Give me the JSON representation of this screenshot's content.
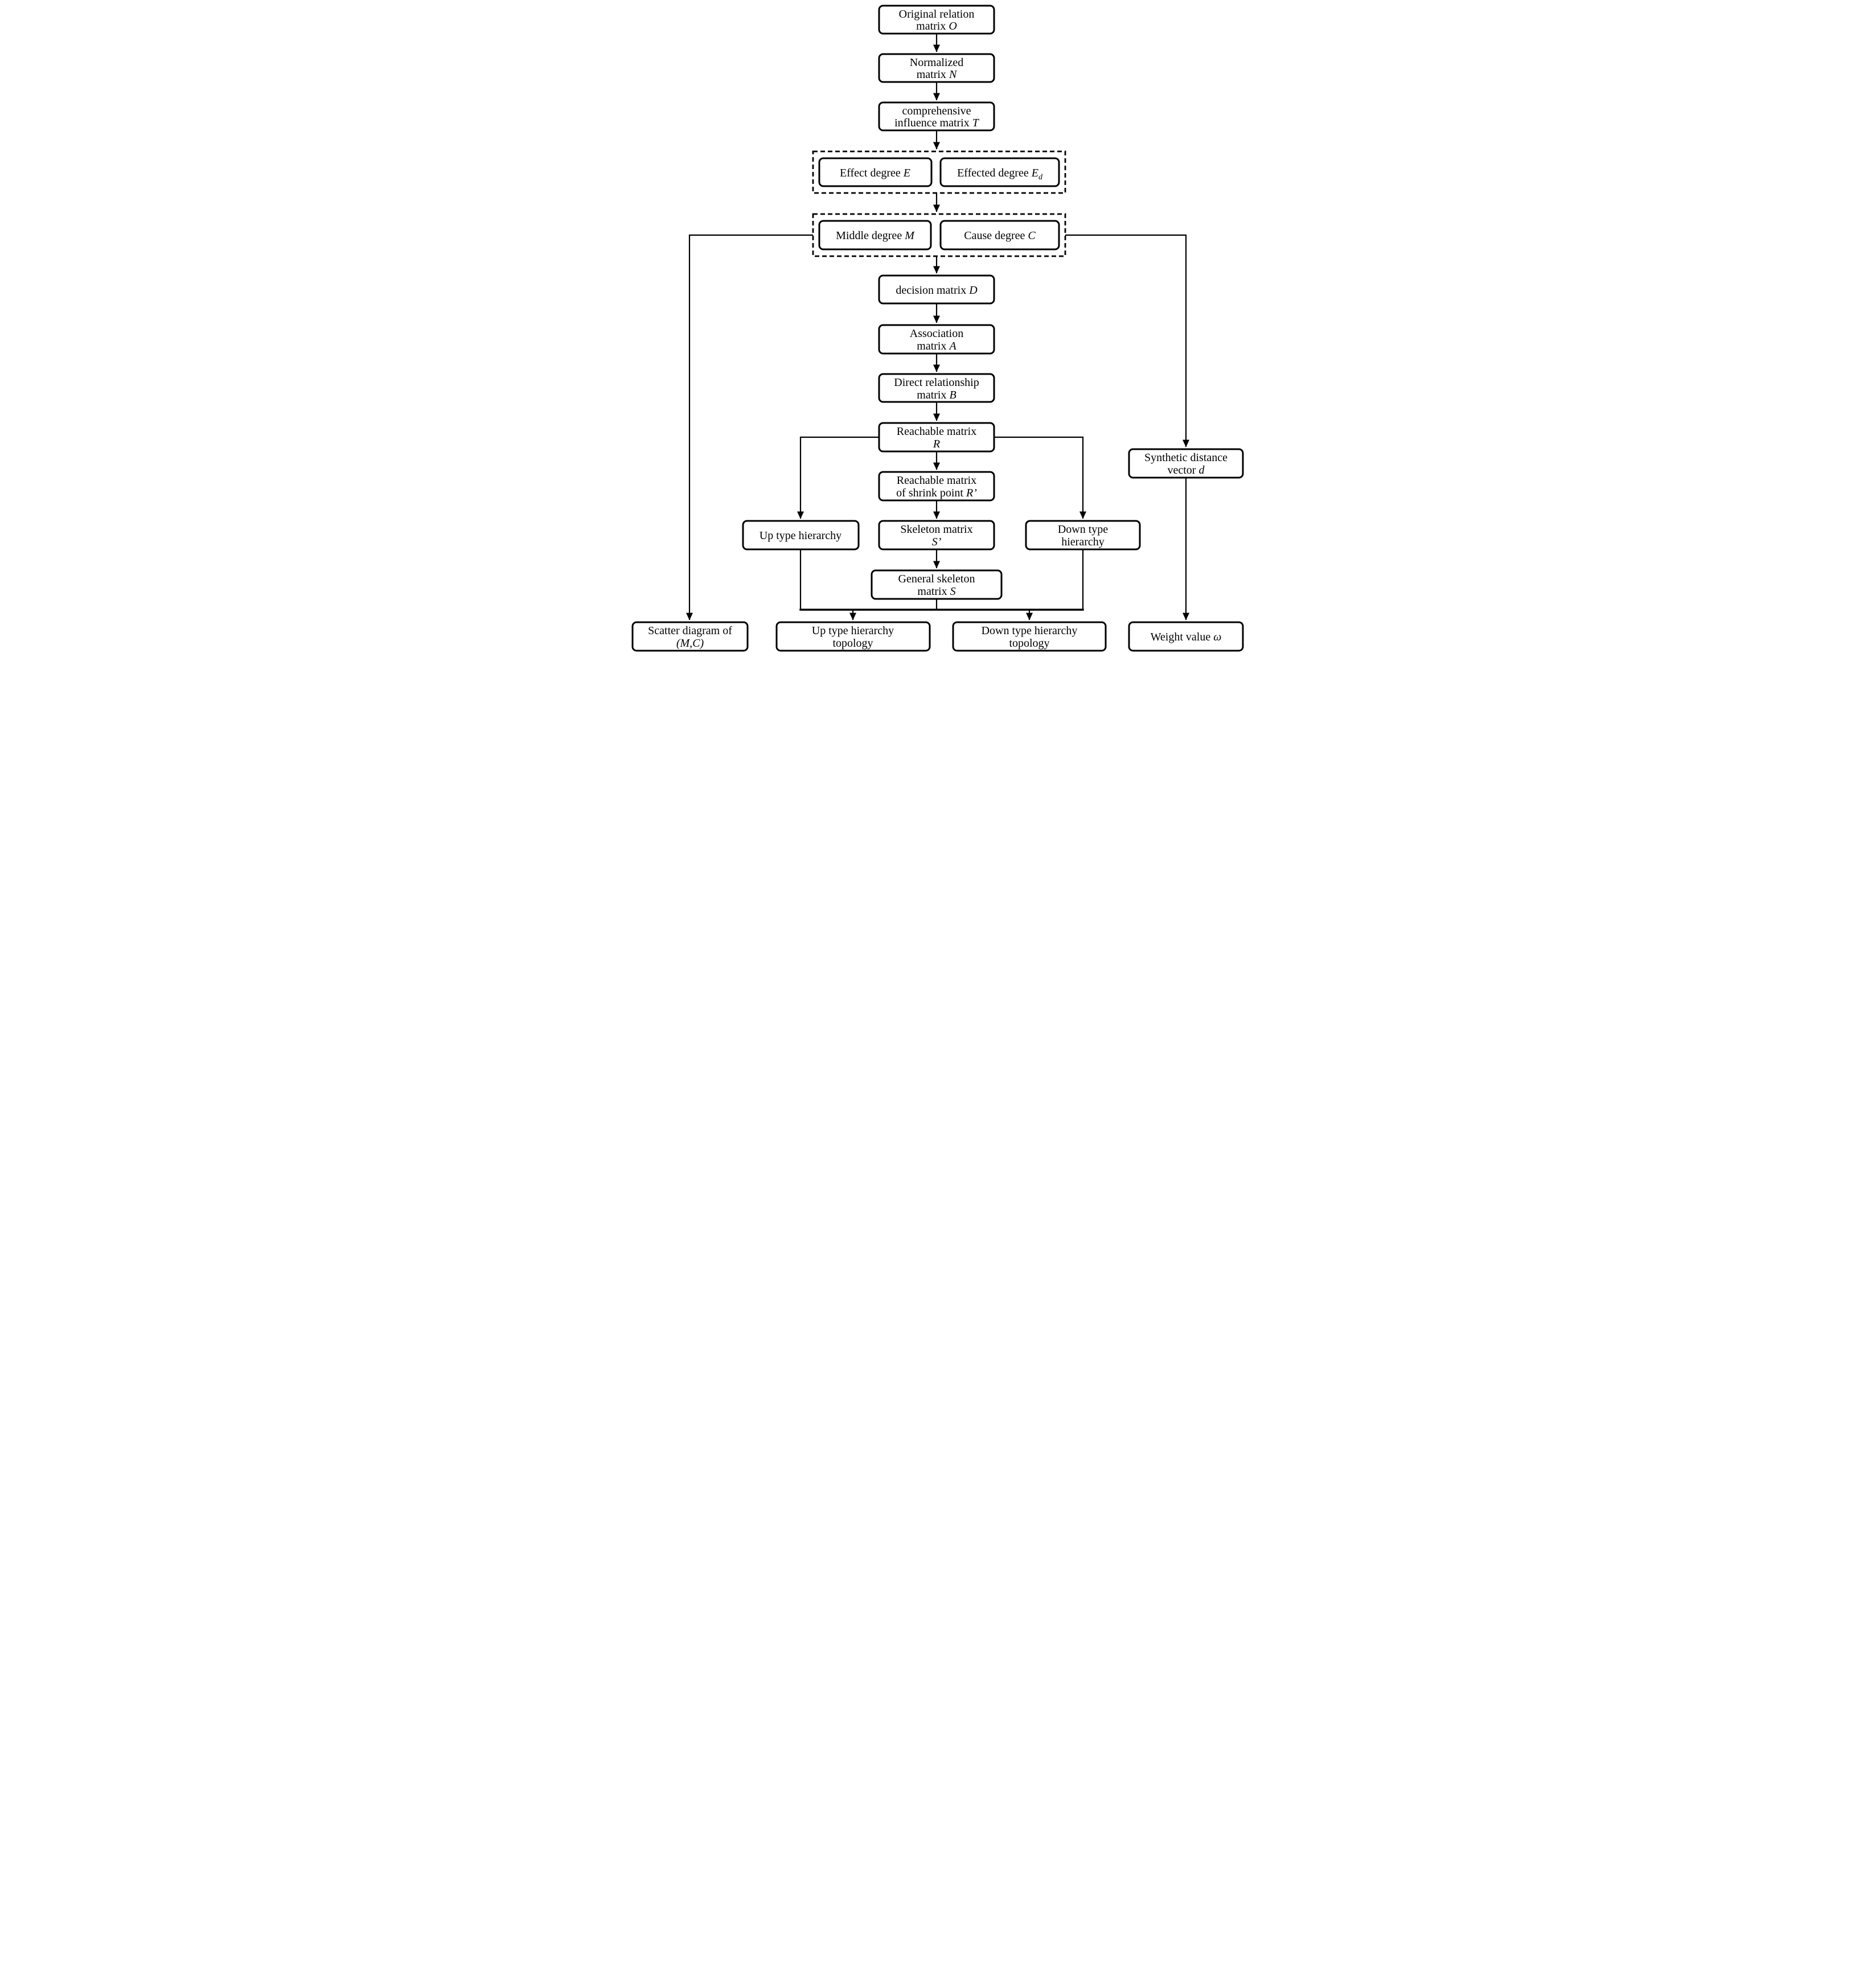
{
  "title": "Flow chart of DEMATEL-ISM matrices",
  "colors": {
    "ink": "#000000",
    "background": "#ffffff"
  },
  "boxes": {
    "original": {
      "l1": "Original relation",
      "l2": "matrix ",
      "l2s": "O"
    },
    "normalized": {
      "l1": "Normalized",
      "l2": "matrix ",
      "l2s": "N"
    },
    "comprehensive": {
      "l1": "comprehensive",
      "l2": "influence matrix ",
      "l2s": "T"
    },
    "effect": {
      "l1": "Effect degree ",
      "l1s": "E"
    },
    "effected": {
      "l1": "Effected degree ",
      "l1s": "E",
      "l1sub": "d"
    },
    "middle": {
      "l1": "Middle degree ",
      "l1s": "M"
    },
    "cause": {
      "l1": "Cause degree ",
      "l1s": "C"
    },
    "decision": {
      "l1": "decision matrix ",
      "l1s": "D"
    },
    "association": {
      "l1": "Association",
      "l2": "matrix ",
      "l2s": "A"
    },
    "direct": {
      "l1": "Direct relationship",
      "l2": "matrix ",
      "l2s": "B"
    },
    "reachable": {
      "l1": "Reachable matrix",
      "l2s": "R"
    },
    "shrink": {
      "l1": "Reachable matrix",
      "l2": "of shrink point ",
      "l2s": "R’"
    },
    "up_hierarchy": {
      "l1": "Up type hierarchy"
    },
    "skeleton": {
      "l1": "Skeleton matrix",
      "l2s": "S’"
    },
    "down_hierarchy": {
      "l1": "Down type",
      "l2": "hierarchy"
    },
    "general_skeleton": {
      "l1": "General skeleton",
      "l2": "matrix ",
      "l2s": "S"
    },
    "synthetic": {
      "l1": "Synthetic distance",
      "l2": "vector ",
      "l2s": "d"
    },
    "scatter": {
      "l1": "Scatter diagram of",
      "l2s": "(M,C)"
    },
    "up_topology": {
      "l1": "Up type hierarchy",
      "l2": "topology"
    },
    "down_topology": {
      "l1": "Down type hierarchy",
      "l2": "topology"
    },
    "weight": {
      "l1": "Weight value ",
      "l1s": "ω"
    }
  }
}
